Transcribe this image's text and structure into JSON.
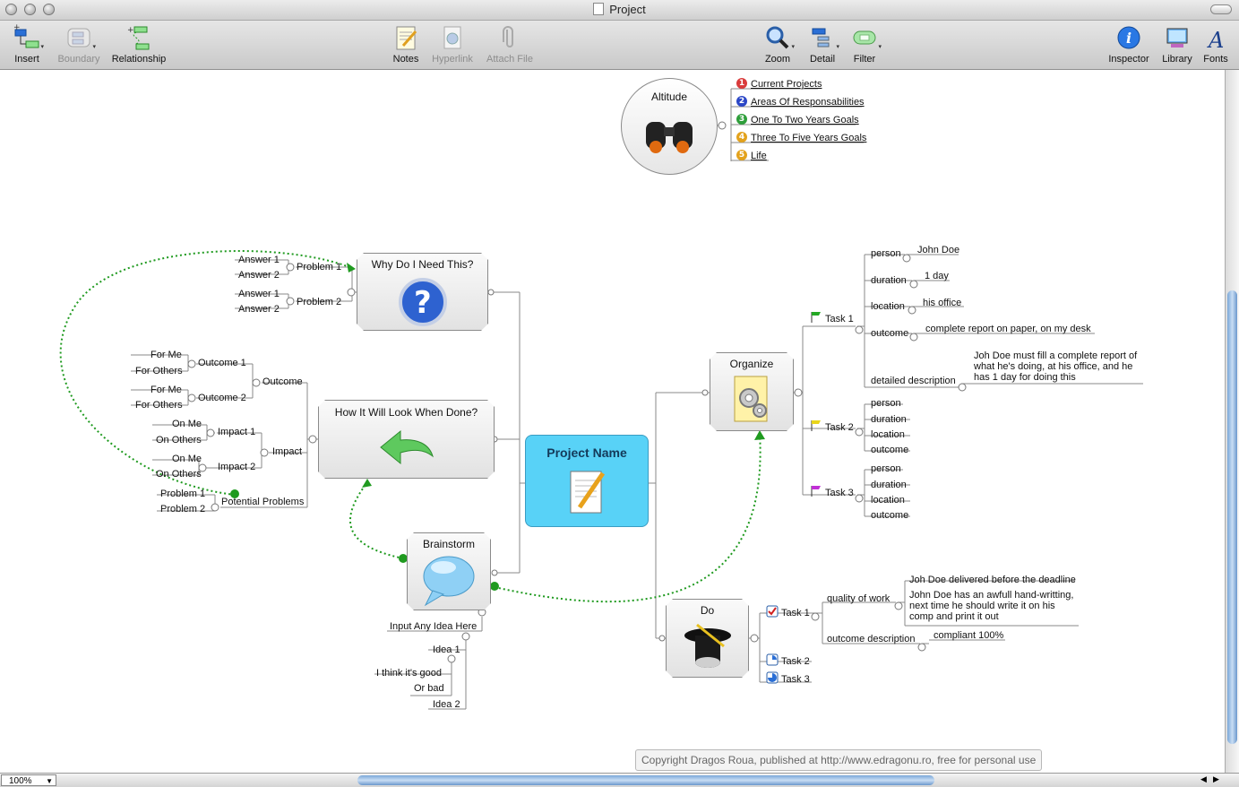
{
  "window": {
    "title": "Project"
  },
  "toolbar": {
    "insert": "Insert",
    "boundary": "Boundary",
    "relationship": "Relationship",
    "notes": "Notes",
    "hyperlink": "Hyperlink",
    "attach": "Attach File",
    "zoom": "Zoom",
    "detail": "Detail",
    "filter": "Filter",
    "inspector": "Inspector",
    "library": "Library",
    "fonts": "Fonts"
  },
  "map": {
    "central": "Project Name",
    "altitude": {
      "title": "Altitude",
      "items": [
        {
          "num": "1",
          "label": "Current Projects",
          "color": "#d93b3b"
        },
        {
          "num": "2",
          "label": "Areas Of Responsabilities",
          "color": "#2b47c7"
        },
        {
          "num": "3",
          "label": "One To Two Years Goals",
          "color": "#2e9e3a"
        },
        {
          "num": "4",
          "label": "Three To Five Years Goals",
          "color": "#e3a21c"
        },
        {
          "num": "5",
          "label": "Life",
          "color": "#e3a21c"
        }
      ]
    },
    "why": {
      "title": "Why Do I Need This?",
      "problem1": "Problem 1",
      "problem2": "Problem 2",
      "answer1": "Answer 1",
      "answer2": "Answer 2"
    },
    "how": {
      "title": "How It Will Look When Done?",
      "outcome": "Outcome",
      "outcome1": "Outcome 1",
      "outcome2": "Outcome 2",
      "for_me": "For Me",
      "for_others": "For Others",
      "impact": "Impact",
      "impact1": "Impact 1",
      "impact2": "Impact 2",
      "on_me": "On Me",
      "on_others": "On Others",
      "potential": "Potential Problems",
      "prob1": "Problem 1",
      "prob2": "Problem 2"
    },
    "brainstorm": {
      "title": "Brainstorm",
      "input": "Input Any Idea Here",
      "idea1": "Idea 1",
      "good": "I think it's good",
      "bad": "Or bad",
      "idea2": "Idea 2"
    },
    "organize": {
      "title": "Organize",
      "task1": "Task 1",
      "task2": "Task 2",
      "task3": "Task 3",
      "person": "person",
      "duration": "duration",
      "location": "location",
      "outcome": "outcome",
      "detailed": "detailed description",
      "v_person": "John Doe",
      "v_duration": "1 day",
      "v_location": "his office",
      "v_outcome": "complete report on paper, on my desk",
      "v_detailed": "Joh Doe must fill a complete report of what he's doing, at his office, and he has 1 day for doing this"
    },
    "do": {
      "title": "Do",
      "task1": "Task 1",
      "task2": "Task 2",
      "task3": "Task 3",
      "quality": "quality of work",
      "outcome_desc": "outcome description",
      "q1": "Joh Doe delivered before the deadline",
      "q2": "John Doe has an awfull hand-writting, next time he should write it on his comp and print it out",
      "compliant": "compliant 100%"
    },
    "colors": {
      "central_fill": "#58d2f7",
      "relationship": "#1f9a1f",
      "connector": "#888888"
    }
  },
  "footer": {
    "zoom": "100%",
    "copyright": "Copyright Dragos Roua, published at http://www.edragonu.ro, free for personal use"
  }
}
